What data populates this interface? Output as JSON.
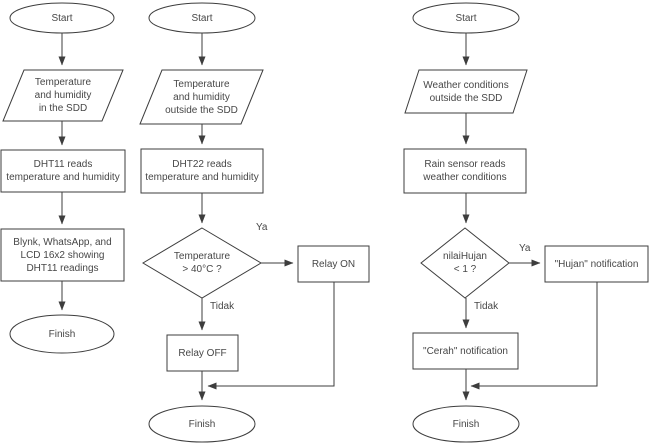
{
  "colors": {
    "background": "#ffffff",
    "stroke": "#3d3d3d",
    "text": "#474747"
  },
  "charts": [
    {
      "start": "Start",
      "input": "Temperature\nand humidity\nin the SDD",
      "process": "DHT11 reads\ntemperature and humidity",
      "output": "Blynk, WhatsApp, and\nLCD 16x2 showing\nDHT11 readings",
      "finish": "Finish"
    },
    {
      "start": "Start",
      "input": "Temperature\nand humidity\noutside the SDD",
      "process": "DHT22 reads\ntemperature and humidity",
      "decision": "Temperature\n> 40°C ?",
      "yes_label": "Ya",
      "yes_action": "Relay ON",
      "no_label": "Tidak",
      "no_action": "Relay OFF",
      "finish": "Finish"
    },
    {
      "start": "Start",
      "input": "Weather conditions\noutside the SDD",
      "process": "Rain sensor reads\nweather conditions",
      "decision": "nilaiHujan\n< 1 ?",
      "yes_label": "Ya",
      "yes_action": "\"Hujan\" notification",
      "no_label": "Tidak",
      "no_action": "\"Cerah\" notification",
      "finish": "Finish"
    }
  ]
}
